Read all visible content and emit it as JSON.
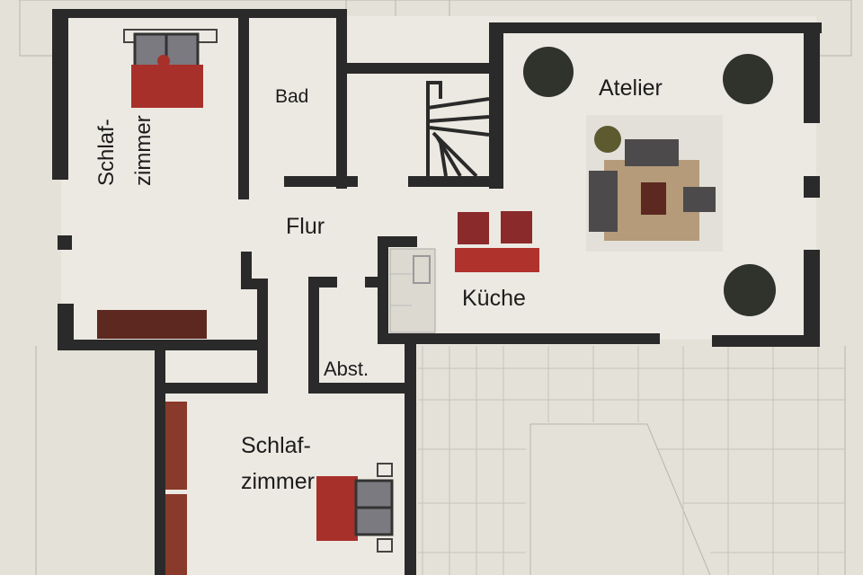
{
  "floorplan": {
    "rooms": [
      {
        "id": "schlafzimmer-1",
        "label_line1": "Schlaf-",
        "label_line2": "zimmer"
      },
      {
        "id": "bad",
        "label": "Bad"
      },
      {
        "id": "flur",
        "label": "Flur"
      },
      {
        "id": "atelier",
        "label": "Atelier"
      },
      {
        "id": "kueche",
        "label": "Küche"
      },
      {
        "id": "abstellraum",
        "label": "Abst."
      },
      {
        "id": "schlafzimmer-2",
        "label_line1": "Schlaf-",
        "label_line2": "zimmer"
      }
    ],
    "colors": {
      "wall": "#2a2a2a",
      "floor": "#ece9e2",
      "background": "#e4e1d9",
      "furniture_red": "#a8302a",
      "wardrobe_brown": "#8a3a2a",
      "sofa_gray": "#4d4a4c",
      "rug": "#b59b7a",
      "plant": "#2f332c"
    },
    "furniture": [
      "bed-schlafzimmer-1",
      "bed-schlafzimmer-2",
      "wardrobe-schlafzimmer-1",
      "wardrobe-schlafzimmer-2",
      "staircase",
      "kitchen-counter",
      "dining-chairs",
      "dining-table",
      "living-room-set",
      "plants"
    ]
  }
}
